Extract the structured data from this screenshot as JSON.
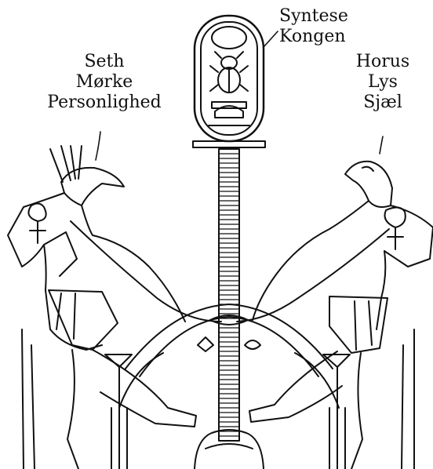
{
  "labels": {
    "seth": [
      "Seth",
      "Mørke",
      "Personlighed"
    ],
    "syntese": [
      "Syntese",
      "Kongen"
    ],
    "horus": [
      "Horus",
      "Lys",
      "Sjæl"
    ]
  },
  "colors": {
    "ink": "#111111",
    "paper": "#ffffff"
  }
}
